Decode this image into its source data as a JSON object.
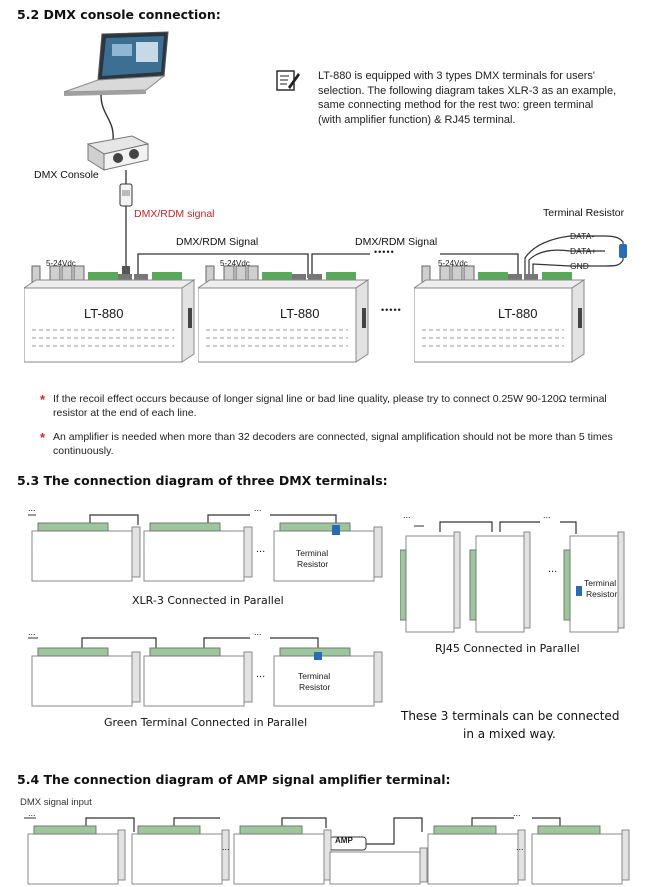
{
  "sections": {
    "s52_title": "5.2 DMX console connection:",
    "s53_title": "5.3 The connection diagram of three DMX terminals:",
    "s54_title": "5.4 The connection diagram of AMP signal amplifier terminal:"
  },
  "s52": {
    "paragraph": "LT-880 is equipped with 3 types DMX terminals for users' selection. The following diagram takes XLR-3 as an example, same connecting method for the rest two: green terminal (with amplifier function) & RJ45 terminal.",
    "console_label": "DMX Console",
    "signal_red": "DMX/RDM signal",
    "signal1": "DMX/RDM Signal",
    "signal2": "DMX/RDM Signal",
    "terminal_resistor": "Terminal Resistor",
    "data_minus": "DATA-",
    "data_plus": "DATA+",
    "gnd": "GND",
    "voltage": "5-24Vdc",
    "device": "LT-880",
    "dots": "•••••"
  },
  "notes": [
    "If the recoil effect occurs because of longer signal line or bad line quality, please try to connect 0.25W 90-120Ω terminal resistor at the end of each line.",
    "An amplifier is needed when more than 32 decoders are connected, signal amplification should not be more than 5 times continuously."
  ],
  "star": "*",
  "s53": {
    "xlr_caption": "XLR-3 Connected in Parallel",
    "green_caption": "Green Terminal Connected in Parallel",
    "rj45_caption": "RJ45 Connected in Parallel",
    "mixed_line1": "These 3 terminals can be connected",
    "mixed_line2": "in a mixed way.",
    "terminal": "Terminal",
    "resistor": "Resistor",
    "dots": "...",
    "ellipsis": "..."
  },
  "s54": {
    "input_label": "DMX signal input",
    "amp": "AMP",
    "dots": "..."
  }
}
